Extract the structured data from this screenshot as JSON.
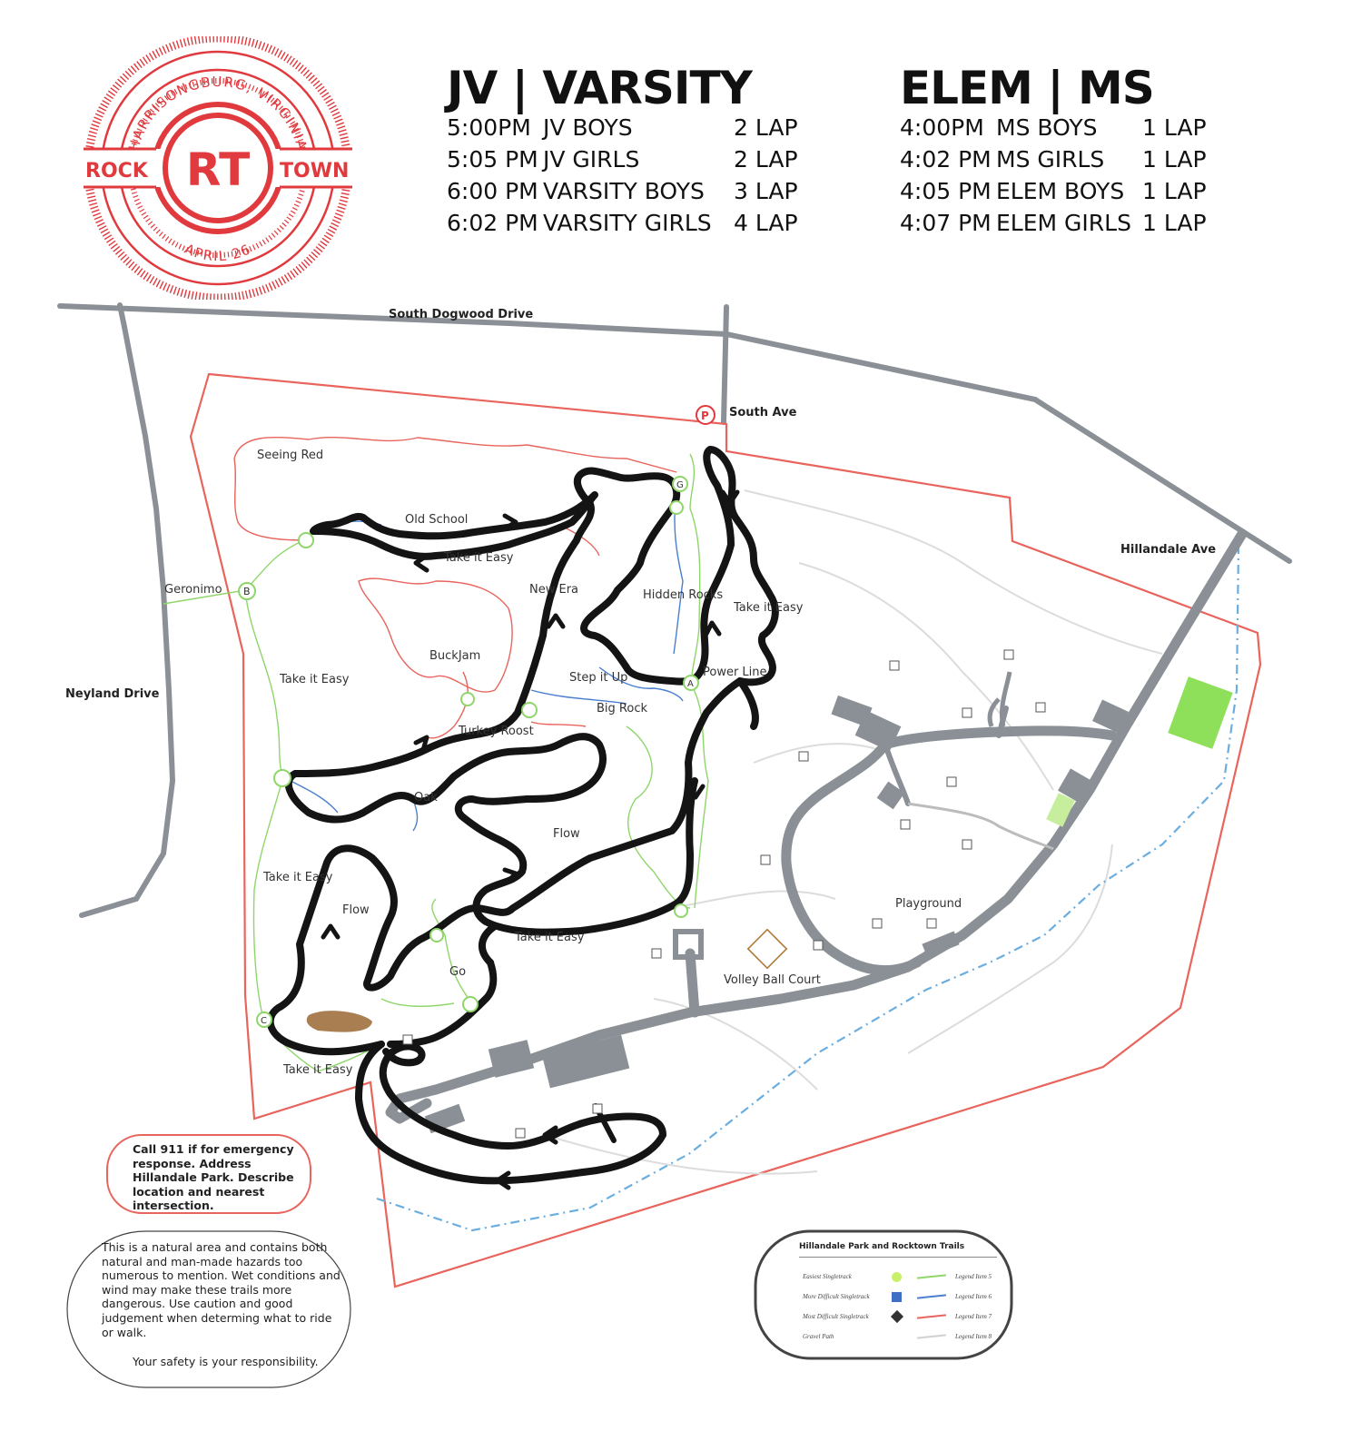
{
  "logo": {
    "arc_top": "HARRISONGBURG, VIRGINIA",
    "left_word": "ROCK",
    "center": "RT",
    "right_word": "TOWN",
    "arc_bottom": "APRIL 26",
    "color": "#e03a3e"
  },
  "schedule": {
    "jv_varsity": {
      "title": "JV | VARSITY",
      "rows": [
        {
          "time": "5:00PM",
          "group": "JV BOYS",
          "laps": "2 LAP"
        },
        {
          "time": "5:05 PM",
          "group": "JV GIRLS",
          "laps": "2 LAP"
        },
        {
          "time": "6:00 PM",
          "group": "VARSITY BOYS",
          "laps": "3 LAP"
        },
        {
          "time": "6:02 PM",
          "group": "VARSITY GIRLS",
          "laps": "4 LAP"
        }
      ]
    },
    "elem_ms": {
      "title": "ELEM | MS",
      "rows": [
        {
          "time": "4:00PM",
          "group": "MS BOYS",
          "laps": "1 LAP"
        },
        {
          "time": "4:02 PM",
          "group": "MS GIRLS",
          "laps": "1 LAP"
        },
        {
          "time": "4:05 PM",
          "group": "ELEM BOYS",
          "laps": "1 LAP"
        },
        {
          "time": "4:07 PM",
          "group": "ELEM GIRLS",
          "laps": "1 LAP"
        }
      ]
    }
  },
  "map": {
    "roads": {
      "south_dogwood": "South Dogwood Drive",
      "south_ave": "South Ave",
      "hillandale_ave": "Hillandale Ave",
      "neyland": "Neyland Drive"
    },
    "trail_labels": {
      "seeing_red": "Seeing Red",
      "old_school": "Old School",
      "take_it_easy_top": "Take it Easy",
      "geronimo": "Geronimo",
      "new_era": "New Era",
      "hidden_rocks": "Hidden Rocks",
      "take_it_easy_right": "Take it Easy",
      "buckjam": "BuckJam",
      "step_it_up": "Step it Up",
      "power_line": "Power Line",
      "take_it_easy_left": "Take it Easy",
      "big_rock": "Big Rock",
      "turkey_roost": "Turkey Roost",
      "oak": "Oak",
      "flow_mid": "Flow",
      "take_it_easy_left2": "Take it Easy",
      "flow_left": "Flow",
      "take_it_easy_bottom": "Take it Easy",
      "go": "Go",
      "take_it_easy_low": "Take it Easy",
      "playground": "Playground",
      "volley_ball": "Volley Ball Court"
    },
    "markers": {
      "B": "B",
      "G": "G",
      "A": "A",
      "C": "C"
    },
    "colors": {
      "boundary": "#e8645c",
      "road": "#8a9096",
      "race": "#141414",
      "easy": "#8fd66a",
      "difficult": "#4a7fd0",
      "most_difficult": "#e8645c",
      "field": "#8ee05a",
      "gravel": "#d9d9d9",
      "water": "#6aaee0"
    }
  },
  "emergency": {
    "text": "Call 911 if for emergency response. Address Hillandale Park. Describe location and nearest intersection."
  },
  "safety": {
    "text": "This is a natural area and contains both natural and man-made hazards too numerous to mention. Wet conditions and wind may make these trails more dangerous. Use caution and good judgement when determing what to ride or walk.",
    "footer": "Your safety is your responsibility."
  },
  "legend": {
    "title": "Hillandale Park and Rocktown Trails",
    "items": [
      {
        "label": "Easiest Singletrack",
        "symbol": "circle",
        "line": "Legend Item 5"
      },
      {
        "label": "More Difficult Singletrack",
        "symbol": "square",
        "line": "Legend Item 6"
      },
      {
        "label": "Most Difficult Singletrack",
        "symbol": "diamond",
        "line": "Legend Item 7"
      },
      {
        "label": "Gravel Path",
        "symbol": "none",
        "line": "Legend Item 8"
      }
    ]
  }
}
